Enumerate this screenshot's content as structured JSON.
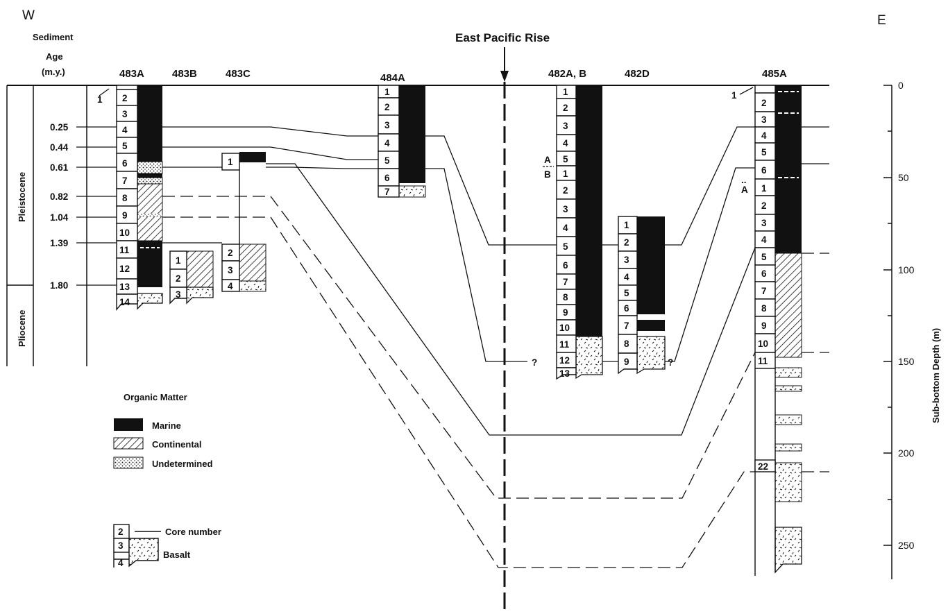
{
  "compass": {
    "west": "W",
    "east": "E"
  },
  "title": "East Pacific Rise",
  "age_header": {
    "line1": "Sediment",
    "line2": "Age",
    "line3": "(m.y.)"
  },
  "epochs": {
    "pleistocene": "Pleistocene",
    "pliocene": "Pliocene"
  },
  "ages": [
    "0.25",
    "0.44",
    "0.61",
    "0.82",
    "1.04",
    "1.39",
    "1.80"
  ],
  "holes": [
    "483A",
    "483B",
    "483C",
    "484A",
    "482A, B",
    "482D",
    "485A"
  ],
  "cores": {
    "483A": [
      "1",
      "2",
      "3",
      "4",
      "5",
      "6",
      "7",
      "8",
      "9",
      "10",
      "11",
      "12",
      "13",
      "14"
    ],
    "483B": [
      "1",
      "2",
      "3"
    ],
    "483C": [
      "1",
      "2",
      "3",
      "4"
    ],
    "484A": [
      "1",
      "2",
      "3",
      "4",
      "5",
      "6",
      "7"
    ],
    "482AB": [
      "1",
      "2",
      "3",
      "4",
      "5",
      "1",
      "2",
      "3",
      "4",
      "5",
      "6",
      "7",
      "8",
      "9",
      "10",
      "11",
      "12",
      "13"
    ],
    "482D": [
      "1",
      "2",
      "3",
      "4",
      "5",
      "6",
      "7",
      "8",
      "9"
    ],
    "485A": [
      "1",
      "2",
      "3",
      "4",
      "5",
      "6",
      "1",
      "2",
      "3",
      "4",
      "5",
      "6",
      "7",
      "8",
      "9",
      "10",
      "11",
      "22"
    ]
  },
  "markers": {
    "a": "A",
    "b": "B",
    "q": "?"
  },
  "legend": {
    "title": "Organic Matter",
    "items": [
      {
        "label": "Marine",
        "pattern": "marine"
      },
      {
        "label": "Continental",
        "pattern": "continental"
      },
      {
        "label": "Undetermined",
        "pattern": "undetermined"
      }
    ],
    "key_cores": [
      "2",
      "3",
      "4"
    ],
    "core_number": "Core number",
    "basalt": "Basalt"
  },
  "depth_axis": {
    "label": "Sub-bottom Depth (m)",
    "ticks": [
      "0",
      "50",
      "100",
      "150",
      "200",
      "250"
    ]
  },
  "colors": {
    "ink": "#111111",
    "background": "#ffffff"
  }
}
